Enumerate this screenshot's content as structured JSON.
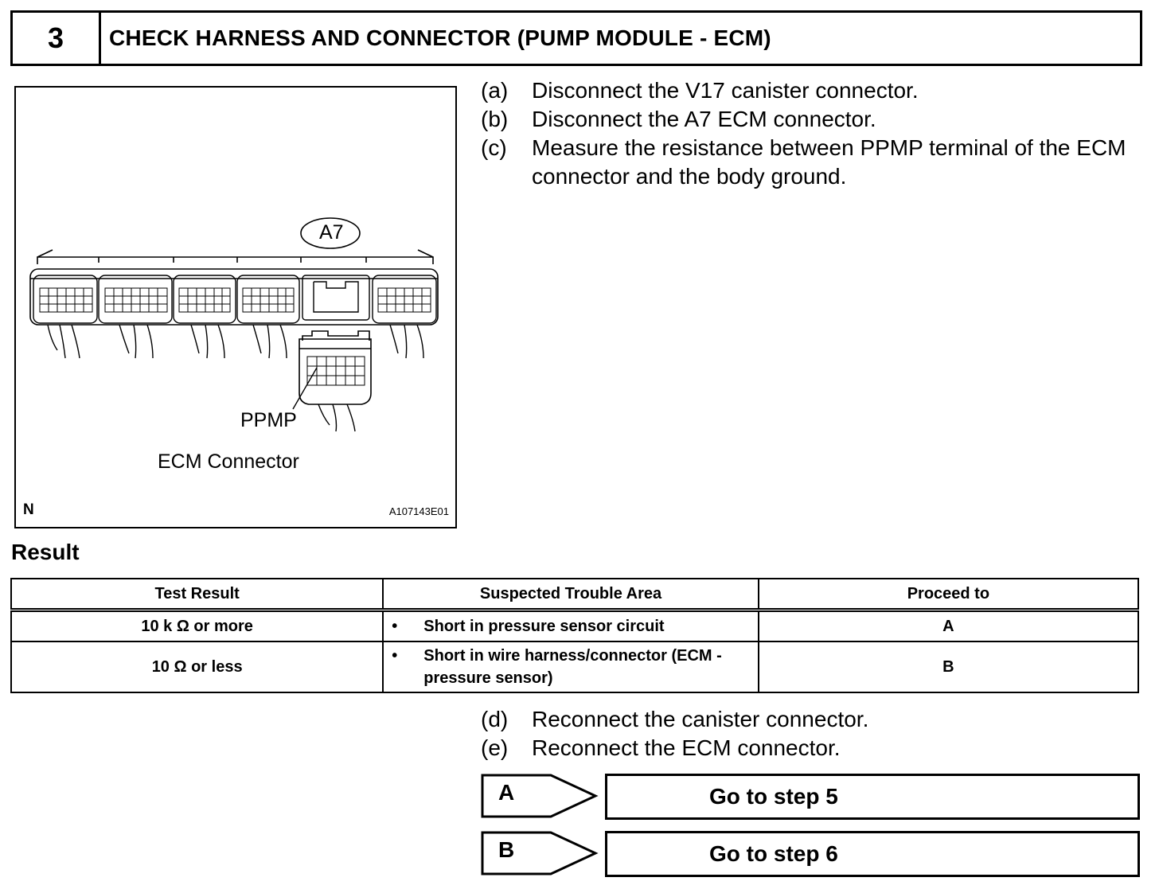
{
  "header": {
    "step_number": "3",
    "title": "CHECK HARNESS AND CONNECTOR (PUMP MODULE - ECM)"
  },
  "figure": {
    "connector_id": "A7",
    "terminal_label": "PPMP",
    "caption": "ECM Connector",
    "corner_mark": "N",
    "figure_code": "A107143E01"
  },
  "steps_top": [
    {
      "label": "(a)",
      "text": "Disconnect the V17 canister connector."
    },
    {
      "label": "(b)",
      "text": "Disconnect the A7 ECM connector."
    },
    {
      "label": "(c)",
      "text": "Measure the resistance between PPMP terminal of the ECM connector and the body ground."
    }
  ],
  "result": {
    "heading": "Result",
    "columns": [
      "Test Result",
      "Suspected Trouble Area",
      "Proceed to"
    ],
    "rows": [
      {
        "test": "10 k Ω or more",
        "areas": [
          "Short in pressure sensor circuit"
        ],
        "proceed": "A"
      },
      {
        "test": "10 Ω or less",
        "areas": [
          "Short in wire harness/connector (ECM - pressure sensor)"
        ],
        "proceed": "B"
      }
    ]
  },
  "steps_bottom": [
    {
      "label": "(d)",
      "text": "Reconnect the canister connector."
    },
    {
      "label": "(e)",
      "text": "Reconnect the ECM connector."
    }
  ],
  "goto": [
    {
      "letter": "A",
      "text": "Go to step 5"
    },
    {
      "letter": "B",
      "text": "Go to step 6"
    }
  ]
}
